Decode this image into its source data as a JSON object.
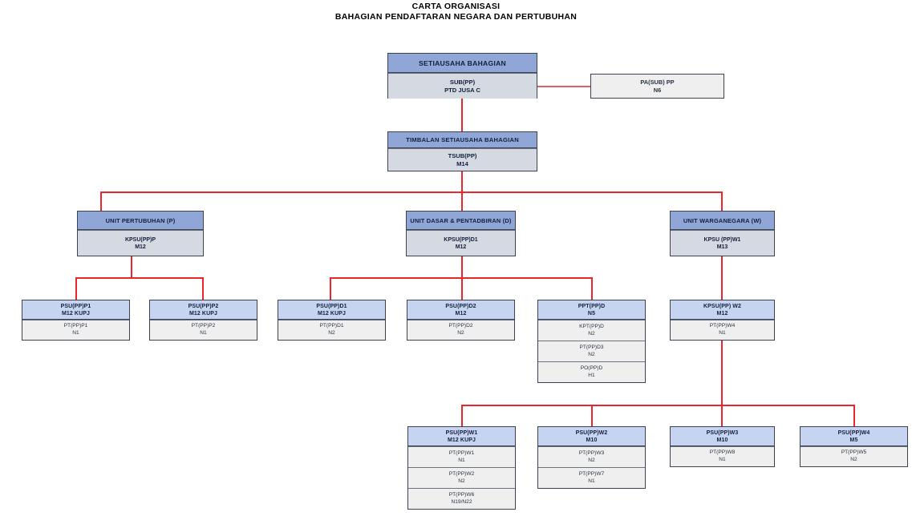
{
  "title": {
    "line1": "CARTA ORGANISASI",
    "line2": "BAHAGIAN PENDAFTARAN NEGARA DAN PERTUBUHAN"
  },
  "colors": {
    "connector": "#e8272c",
    "connector_thin": "#e0605f",
    "header_blue": "#8fa6d6",
    "body_blue_grey": "#d5d9e1",
    "sub_header_blue": "#c6d3f1",
    "sub_body_grey": "#efefef",
    "border": "#3c4350"
  },
  "nodes": {
    "setiausaha_bahagian": {
      "header": "SETIAUSAHA BAHAGIAN",
      "rows": [
        {
          "title": "SUB(PP)",
          "grade": "PTD JUSA C"
        }
      ]
    },
    "pa_sub": {
      "rows": [
        {
          "title": "PA(SUB) PP",
          "grade": "N6"
        }
      ]
    },
    "timbalan_setiausaha_bahagian": {
      "header": "TIMBALAN SETIAUSAHA BAHAGIAN",
      "rows": [
        {
          "title": "TSUB(PP)",
          "grade": "M14"
        }
      ]
    },
    "unit_pertubuhan": {
      "header": "UNIT PERTUBUHAN (P)",
      "rows": [
        {
          "title": "KPSU(PP)P",
          "grade": "M12"
        }
      ]
    },
    "unit_dasar_pentadbiran": {
      "header": "UNIT DASAR & PENTADBIRAN (D)",
      "rows": [
        {
          "title": "KPSU(PP)D1",
          "grade": "M12"
        }
      ]
    },
    "unit_warganegara": {
      "header": "UNIT WARGANEGARA (W)",
      "rows": [
        {
          "title": "KPSU (PP)W1",
          "grade": "M13"
        }
      ]
    },
    "psu_pp_p1": {
      "header_title": "PSU(PP)P1",
      "header_grade": "M12 KUPJ",
      "rows": [
        {
          "title": "PT(PP)P1",
          "grade": "N1"
        }
      ]
    },
    "psu_pp_p2": {
      "header_title": "PSU(PP)P2",
      "header_grade": "M12 KUPJ",
      "rows": [
        {
          "title": "PT(PP)P2",
          "grade": "N1"
        }
      ]
    },
    "psu_pp_d1": {
      "header_title": "PSU(PP)D1",
      "header_grade": "M12 KUPJ",
      "rows": [
        {
          "title": "PT(PP)D1",
          "grade": "N2"
        }
      ]
    },
    "psu_pp_d2": {
      "header_title": "PSU(PP)D2",
      "header_grade": "M12",
      "rows": [
        {
          "title": "PT(PP)D2",
          "grade": "N2"
        }
      ]
    },
    "ppt_pp_d": {
      "header_title": "PPT(PP)D",
      "header_grade": "N5",
      "rows": [
        {
          "title": "KPT(PP)D",
          "grade": "N2"
        },
        {
          "title": "PT(PP)D3",
          "grade": "N2"
        },
        {
          "title": "PO(PP)D",
          "grade": "H1"
        }
      ]
    },
    "kpsu_pp_w2": {
      "header_title": "KPSU(PP) W2",
      "header_grade": "M12",
      "rows": [
        {
          "title": "PT(PP)W4",
          "grade": "N1"
        }
      ]
    },
    "psu_pp_w1": {
      "header_title": "PSU(PP)W1",
      "header_grade": "M12 KUPJ",
      "rows": [
        {
          "title": "PT(PP)W1",
          "grade": "N1"
        },
        {
          "title": "PT(PP)W2",
          "grade": "N2"
        },
        {
          "title": "PT(PP)W6",
          "grade": "N19/N22"
        }
      ]
    },
    "psu_pp_w2": {
      "header_title": "PSU(PP)W2",
      "header_grade": "M10",
      "rows": [
        {
          "title": "PT(PP)W3",
          "grade": "N2"
        },
        {
          "title": "PT(PP)W7",
          "grade": "N1"
        }
      ]
    },
    "psu_pp_w3": {
      "header_title": "PSU(PP)W3",
      "header_grade": "M10",
      "rows": [
        {
          "title": "PT(PP)W8",
          "grade": "N1"
        }
      ]
    },
    "psu_pp_w4": {
      "header_title": "PSU(PP)W4",
      "header_grade": "M5",
      "rows": [
        {
          "title": "PT(PP)W5",
          "grade": "N2"
        }
      ]
    }
  }
}
